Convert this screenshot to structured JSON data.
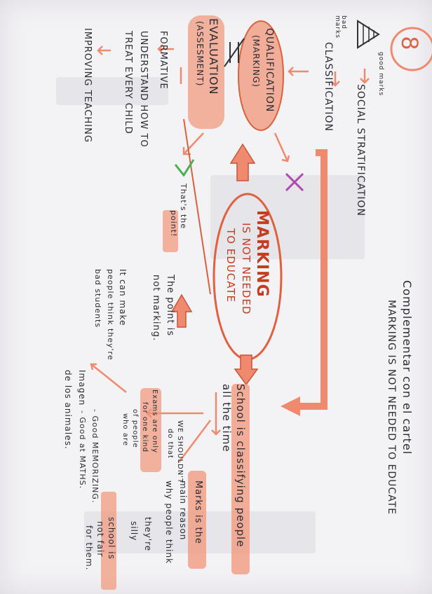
{
  "page_number": "8",
  "header": {
    "line1": "Complementar con el cartel",
    "line2": "MARKING IS NOT NEEDED TO EDUCATE"
  },
  "pyramid": {
    "good_label": "good marks",
    "bad_label": "bad marks"
  },
  "nodes": {
    "classification": "CLASSIFICATION",
    "social_stratification": "SOCIAL STRATIFICATION",
    "qualification": "QUALIFICATION",
    "qualification_sub": "(MARKING)",
    "evaluation": "EVALUATION",
    "evaluation_sub": "(ASSESMENT)",
    "formative": "FORMATIVE",
    "understand_lines": [
      "UNDERSTAND HOW TO",
      "TREAT EVERY CHILD"
    ],
    "improving": "IMPROVING TEACHING",
    "thats_the_point": [
      "That's the",
      "point!"
    ],
    "center_title": [
      "MARKING",
      "IS NOT NEEDED",
      "TO EDUCATE"
    ],
    "point_not_marking": [
      "The point is",
      "not marking."
    ],
    "people_think": [
      "It can make",
      "people think they're",
      "bad students"
    ],
    "imagen": [
      "Imagen",
      "de los animales."
    ],
    "school_classifying": [
      "School is classifying people",
      "all the time"
    ],
    "we_shouldnt": [
      "WE SHOULDN'T",
      "do that"
    ],
    "marks_reason": [
      "Marks is the",
      "main reason",
      "why people think"
    ],
    "theyre_silly": [
      "they're",
      "silly"
    ],
    "school_not_fair": [
      "school is",
      "not fair",
      "for them."
    ],
    "exams_lines": [
      "Exams are only",
      "for one kind",
      "of people",
      "who are"
    ],
    "good_memorizing": "- Good MEMORIZING.",
    "good_maths": "- Good at MATHS."
  },
  "colors": {
    "highlight": "#f0967a",
    "ink": "#2b2b33",
    "arrow": "#f08a6e",
    "green": "#4caf50",
    "purple": "#b04ab0"
  }
}
